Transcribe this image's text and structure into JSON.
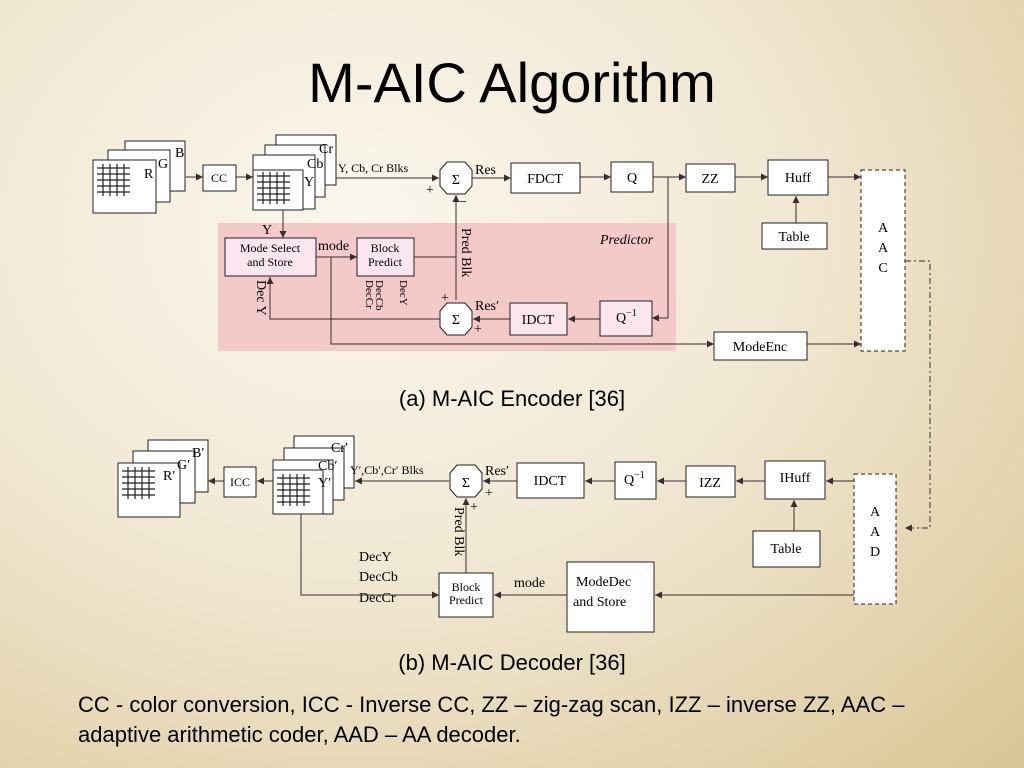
{
  "title": "M-AIC Algorithm",
  "encoder": {
    "caption": "(a) M-AIC Encoder [36]",
    "inputs": [
      "R",
      "G",
      "B"
    ],
    "cc": "CC",
    "ycc": [
      "Y",
      "Cb",
      "Cr"
    ],
    "blocks_label": "Y, Cb, Cr Blks",
    "sigma": "Σ",
    "plus": "+",
    "minus": "−",
    "res": "Res",
    "fdct": "FDCT",
    "q": "Q",
    "zz": "ZZ",
    "huff": "Huff",
    "table": "Table",
    "aac": [
      "A",
      "A",
      "C"
    ],
    "predictor": "Predictor",
    "y_label": "Y",
    "mode_select": [
      "Mode Select",
      "and Store"
    ],
    "mode": "mode",
    "block_predict": [
      "Block",
      "Predict"
    ],
    "pred_blk": "Pred Blk",
    "dec_y": "Dec Y",
    "dec_cb": "DecCb",
    "dec_cr": "DecCr",
    "dec_y2": "DecY",
    "res_prime": "Res′",
    "idct": "IDCT",
    "q_inv": "Q",
    "q_inv_sup": "−1",
    "mode_enc": "ModeEnc"
  },
  "decoder": {
    "caption": "(b) M-AIC Decoder [36]",
    "outputs": [
      "R′",
      "G′",
      "B′"
    ],
    "icc": "ICC",
    "ycc": [
      "Y′",
      "Cb′",
      "Cr′"
    ],
    "blocks_label": "Y′,Cb′,Cr′ Blks",
    "sigma": "Σ",
    "plus": "+",
    "res_prime": "Res′",
    "idct": "IDCT",
    "q_inv": "Q",
    "q_inv_sup": "−1",
    "izz": "IZZ",
    "ihuff": "IHuff",
    "table": "Table",
    "aad": [
      "A",
      "A",
      "D"
    ],
    "pred_blk": "Pred Blk",
    "dec_list": [
      "DecY",
      "DecCb",
      "DecCr"
    ],
    "block_predict": [
      "Block",
      "Predict"
    ],
    "mode": "mode",
    "mode_dec": [
      "ModeDec",
      "and Store"
    ]
  },
  "footnote": "CC - color conversion, ICC - Inverse CC, ZZ – zig-zag scan, IZZ – inverse ZZ, AAC – adaptive arithmetic coder, AAD – AA decoder.",
  "colors": {
    "predictor_bg": "#f4c9c9",
    "box_fill": "#fbe6ef",
    "line": "#4a3a3a"
  }
}
